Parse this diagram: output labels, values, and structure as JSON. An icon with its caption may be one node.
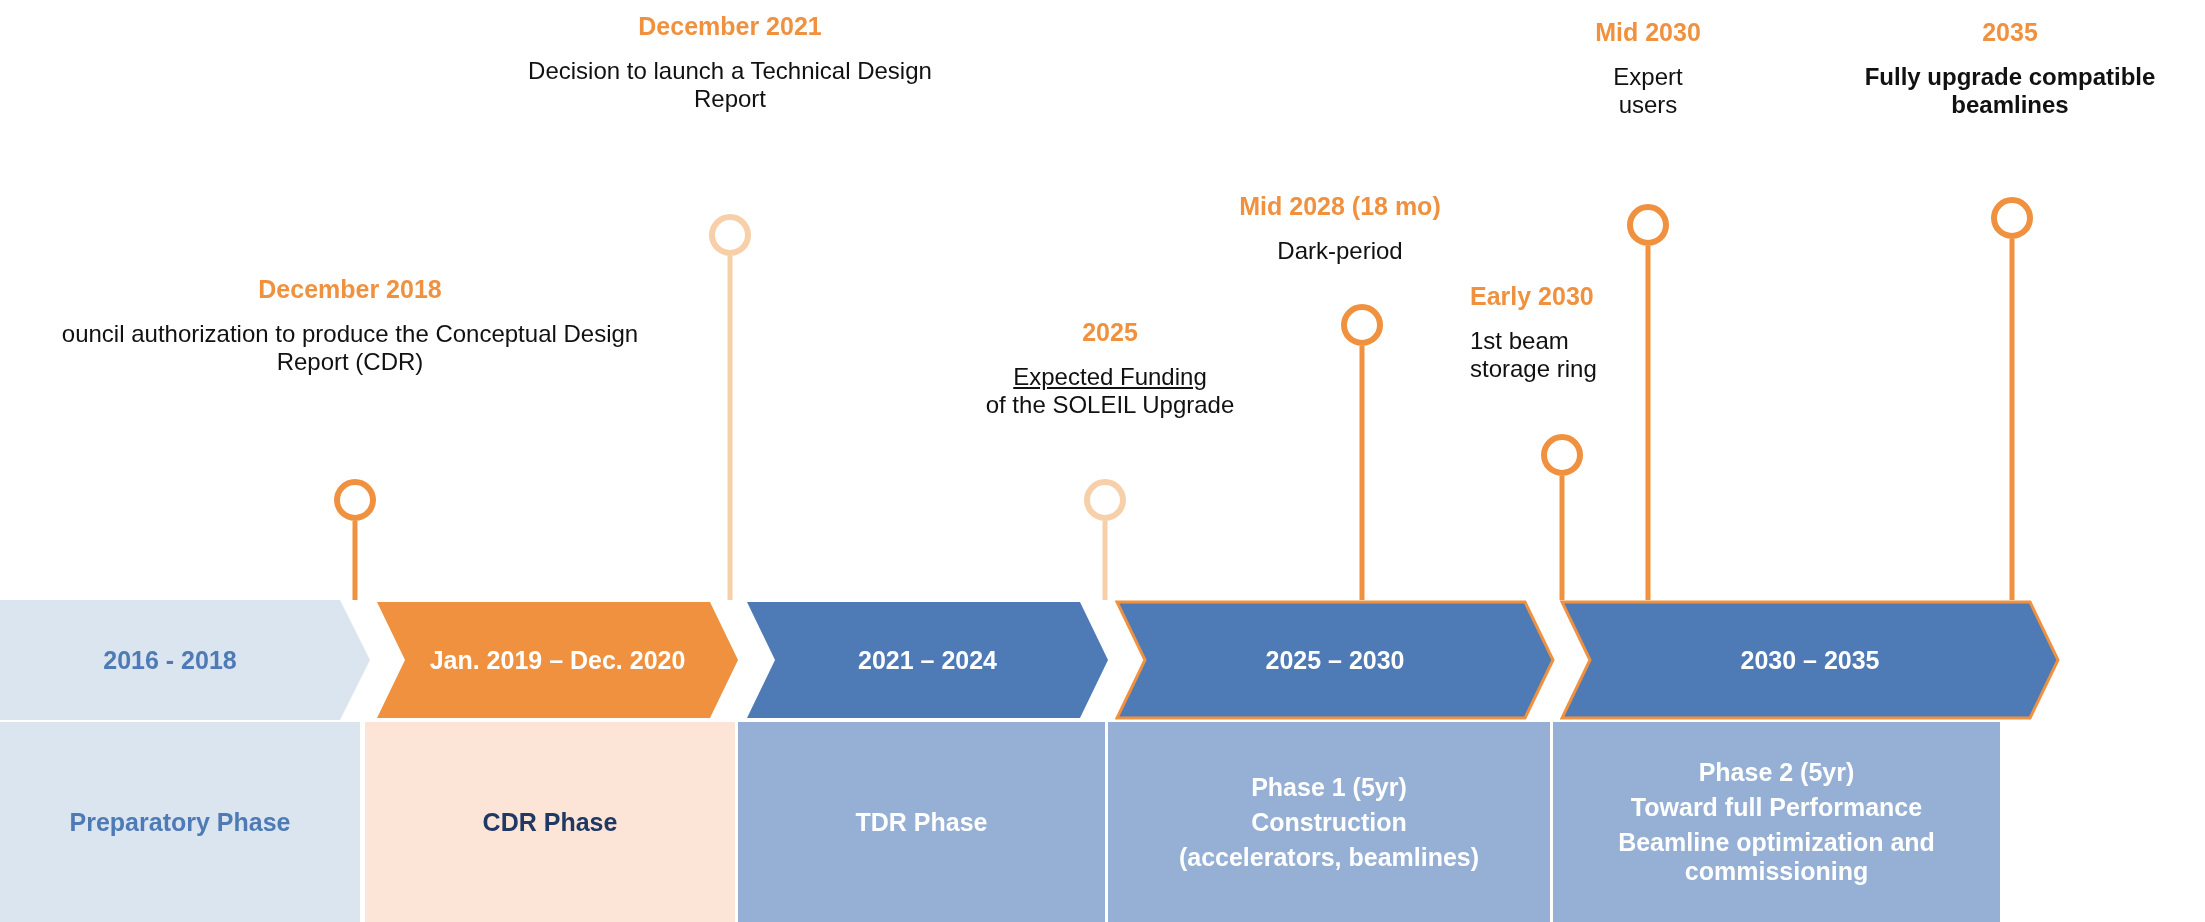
{
  "diagram": {
    "nodes": [
      {
        "text": [
          "December 2018",
          "ouncil authorization to produce the Conceptual Design Report (CDR)"
        ]
      },
      {
        "text": [
          "December 2021",
          "Decision to launch a Technical Design Report"
        ]
      },
      {
        "text": [
          "2025",
          "Expected Funding",
          "of the SOLEIL Upgrade"
        ]
      },
      {
        "text": [
          "Mid 2028 (18 mo)",
          "Dark-period"
        ]
      },
      {
        "text": [
          "Early 2030",
          "1st beam storage ring"
        ]
      },
      {
        "text": [
          "Mid 2030",
          "Expert users"
        ]
      },
      {
        "text": [
          "2035",
          "Fully upgrade compatible beamlines"
        ]
      },
      {
        "text": [
          "2016 - 2018"
        ]
      },
      {
        "text": [
          "Jan. 2019 – Dec. 2020"
        ]
      },
      {
        "text": [
          "2021 – 2024"
        ]
      },
      {
        "text": [
          "2025 – 2030"
        ]
      },
      {
        "text": [
          "2030 – 2035"
        ]
      },
      {
        "text": [
          "Preparatory Phase"
        ]
      },
      {
        "text": [
          "CDR Phase"
        ]
      },
      {
        "text": [
          "TDR Phase"
        ]
      },
      {
        "text": [
          "Phase 1 (5yr)",
          "Construction",
          "(accelerators, beamlines)"
        ]
      },
      {
        "text": [
          "Phase 2 (5yr)",
          "Toward full Performance",
          "Beamline optimization and commissioning"
        ]
      }
    ]
  }
}
